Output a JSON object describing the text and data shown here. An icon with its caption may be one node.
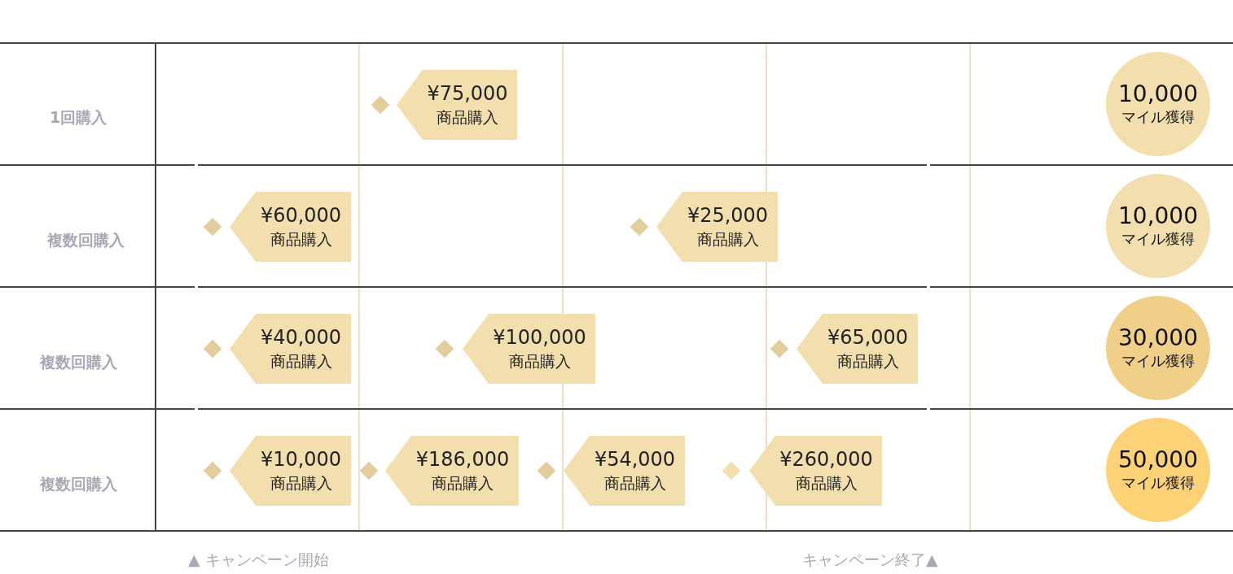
{
  "diagram": {
    "nodes": [
      {
        "text": [
          "¥75,000",
          "商品購入"
        ]
      },
      {
        "text": [
          "10,000",
          "マイル獲得"
        ]
      },
      {
        "text": [
          "¥60,000",
          "商品購入"
        ]
      },
      {
        "text": [
          "¥25,000",
          "商品購入"
        ]
      },
      {
        "text": [
          "10,000",
          "マイル獲得"
        ]
      },
      {
        "text": [
          "¥40,000",
          "商品購入"
        ]
      },
      {
        "text": [
          "¥100,000",
          "商品購入"
        ]
      },
      {
        "text": [
          "¥65,000",
          "商品購入"
        ]
      },
      {
        "text": [
          "30,000",
          "マイル獲得"
        ]
      },
      {
        "text": [
          "¥10,000",
          "商品購入"
        ]
      },
      {
        "text": [
          "¥186,000",
          "商品購入"
        ]
      },
      {
        "text": [
          "¥54,000",
          "商品購入"
        ]
      },
      {
        "text": [
          "¥260,000",
          "商品購入"
        ]
      },
      {
        "text": [
          "50,000",
          "マイル獲得"
        ]
      }
    ],
    "labels": [
      "1回購入",
      "複数回購入",
      "複数回購入",
      "複数回購入",
      "▲ キャンペーン開始",
      "キャンペーン終了▲"
    ]
  }
}
